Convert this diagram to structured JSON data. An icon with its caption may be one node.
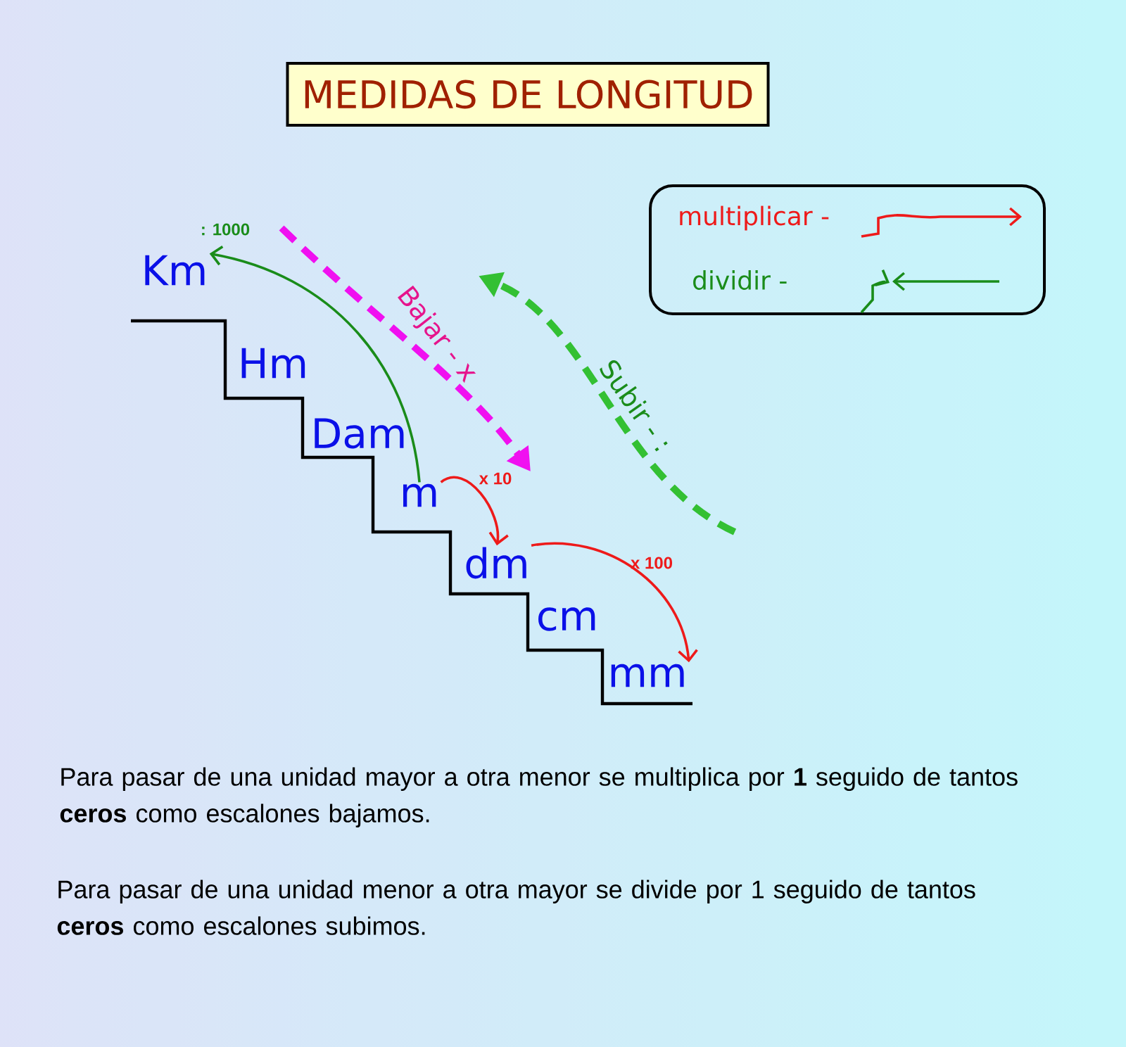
{
  "diagram": {
    "nodes": [
      {
        "text": [
          "MEDIDAS DE LONGITUD"
        ]
      },
      {
        "text": [
          "Km"
        ]
      },
      {
        "text": [
          "Hm"
        ]
      },
      {
        "text": [
          "Dam"
        ]
      },
      {
        "text": [
          "m"
        ]
      },
      {
        "text": [
          "dm"
        ]
      },
      {
        "text": [
          "cm"
        ]
      },
      {
        "text": [
          "mm"
        ]
      }
    ],
    "edges": [
      {
        "from": 4,
        "to": 1,
        "arrow": "to",
        "label": ": 1000",
        "color": "#1a8c1a"
      },
      {
        "from": 4,
        "to": 5,
        "arrow": "to",
        "label": "x 10"
      },
      {
        "from": 5,
        "to": 7,
        "arrow": "to",
        "label": "x 100"
      }
    ],
    "labels": [
      "Bajar - x",
      "Subir - :",
      "Para pasar de una unidad mayor a otra menor se multiplica por **1** seguido de tantos **ceros** como escalones bajamos.",
      "Para pasar de una unidad menor a otra mayor se divide por 1 seguido de tantos **ceros** como escalones subimos."
    ],
    "legend": [
      {
        "text": "multiplicar -"
      },
      {
        "text": "dividir -"
      }
    ]
  }
}
